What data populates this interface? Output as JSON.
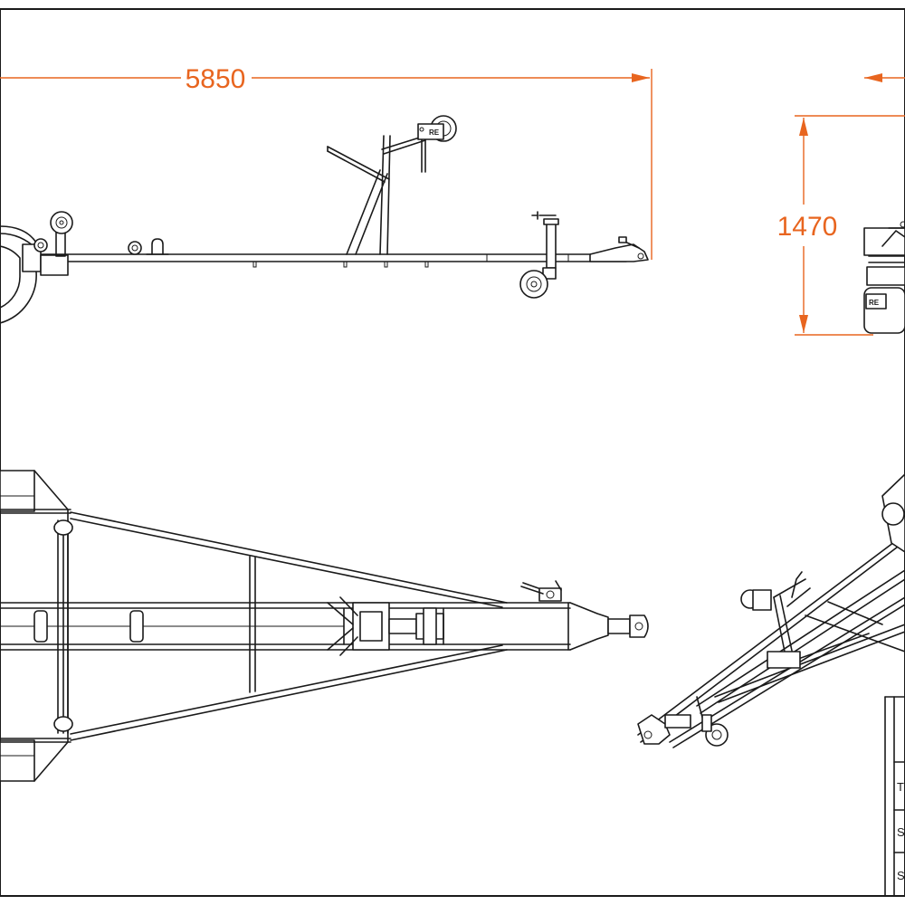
{
  "dimensions": {
    "length": "5850",
    "height": "1470"
  },
  "colors": {
    "dimension": "#e8651f",
    "line": "#1a1a1a",
    "background": "#ffffff"
  },
  "title_block": {
    "rows": [
      "T",
      "S",
      "S"
    ]
  },
  "logo": {
    "winch_plate": "RE",
    "mudguard_plate": "RE"
  }
}
